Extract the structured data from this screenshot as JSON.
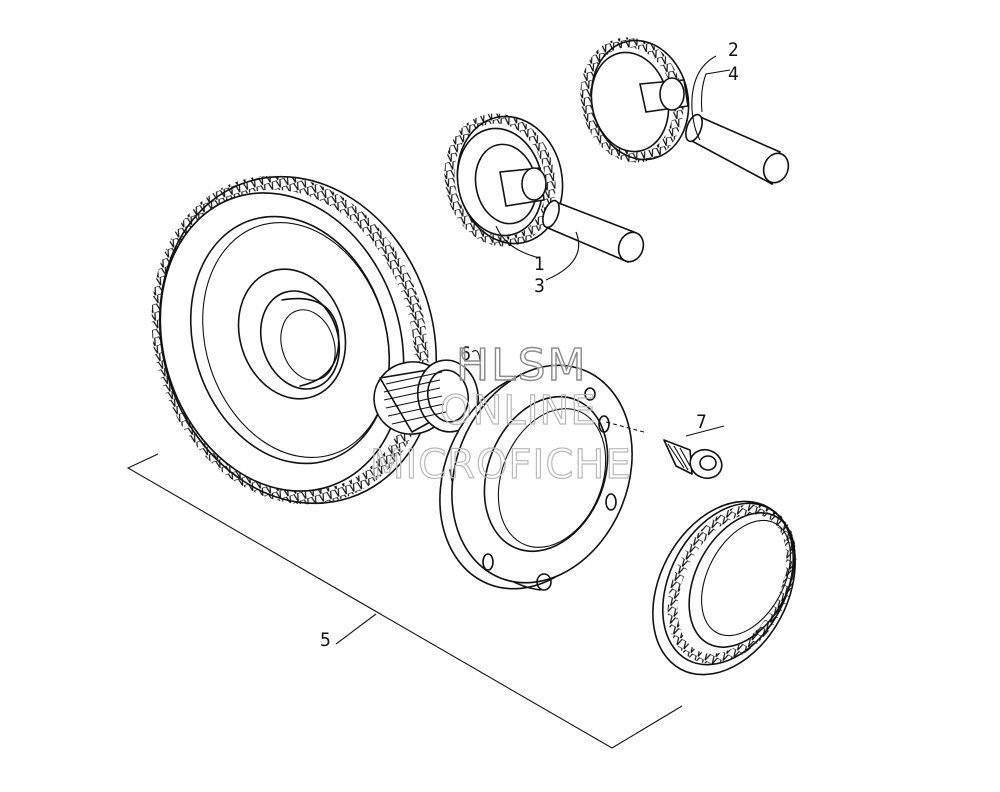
{
  "callouts": {
    "c1": "1",
    "c2": "2",
    "c3": "3",
    "c4": "4",
    "c5": "5",
    "c6": "6",
    "c7": "7"
  },
  "watermark": {
    "line1": "HLSM",
    "line2": "ONLINE",
    "line3": "MICROFICHE"
  }
}
